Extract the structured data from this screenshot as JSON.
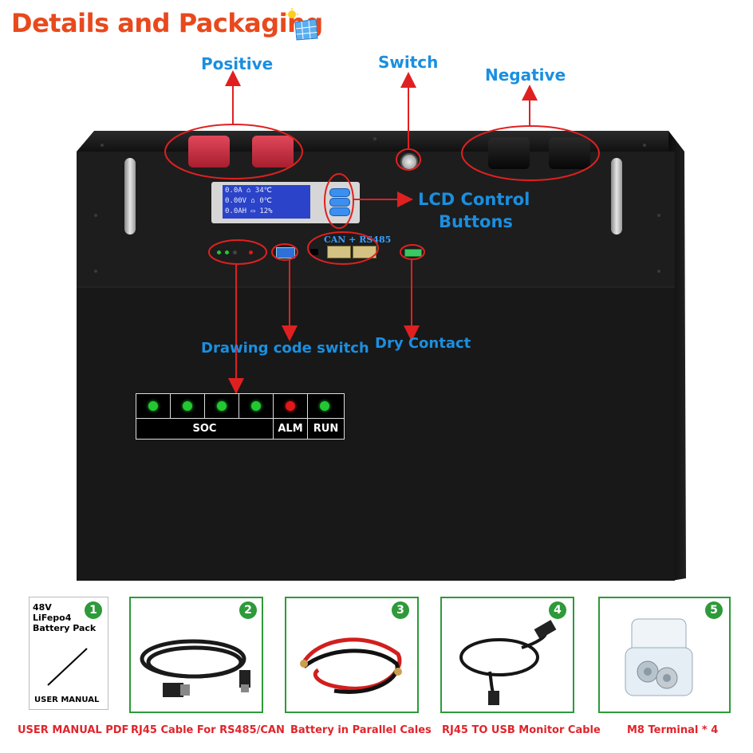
{
  "title": "Details and Packaging",
  "callouts": {
    "positive": "Positive",
    "switch": "Switch",
    "negative": "Negative",
    "lcd_line1": "LCD Control",
    "lcd_line2": "Buttons",
    "can_rs485": "CAN + RS485",
    "drawing_code": "Drawing code switch",
    "dry_contact": "Dry Contact"
  },
  "lcd": {
    "row1": "0.0A ⌂ 34℃",
    "row2": "0.00V ⌂ 0℃",
    "row3": "0.0AH ▭ 12%"
  },
  "led_panel": {
    "leds": [
      {
        "color": "#22c832"
      },
      {
        "color": "#22c832"
      },
      {
        "color": "#22c832"
      },
      {
        "color": "#22c832"
      },
      {
        "color": "#e01818"
      },
      {
        "color": "#22c832"
      }
    ],
    "soc_label": "SOC",
    "alm_label": "ALM",
    "run_label": "RUN"
  },
  "accessories": [
    {
      "number": "1",
      "caption": "USER MANUAL PDF",
      "doc_lines": [
        "48V",
        "LiFepo4",
        "Battery Pack"
      ],
      "doc_footer": "USER MANUAL"
    },
    {
      "number": "2",
      "caption": "RJ45 Cable For RS485/CAN"
    },
    {
      "number": "3",
      "caption": "Battery in Parallel Cales"
    },
    {
      "number": "4",
      "caption": "RJ45 TO USB Monitor Cable"
    },
    {
      "number": "5",
      "caption": "M8 Terminal * 4"
    }
  ],
  "colors": {
    "title": "#e8491d",
    "callout": "#1a8fe0",
    "arrow": "#e02020",
    "accent_green": "#2e9a3a",
    "caption_red": "#e0242b"
  }
}
